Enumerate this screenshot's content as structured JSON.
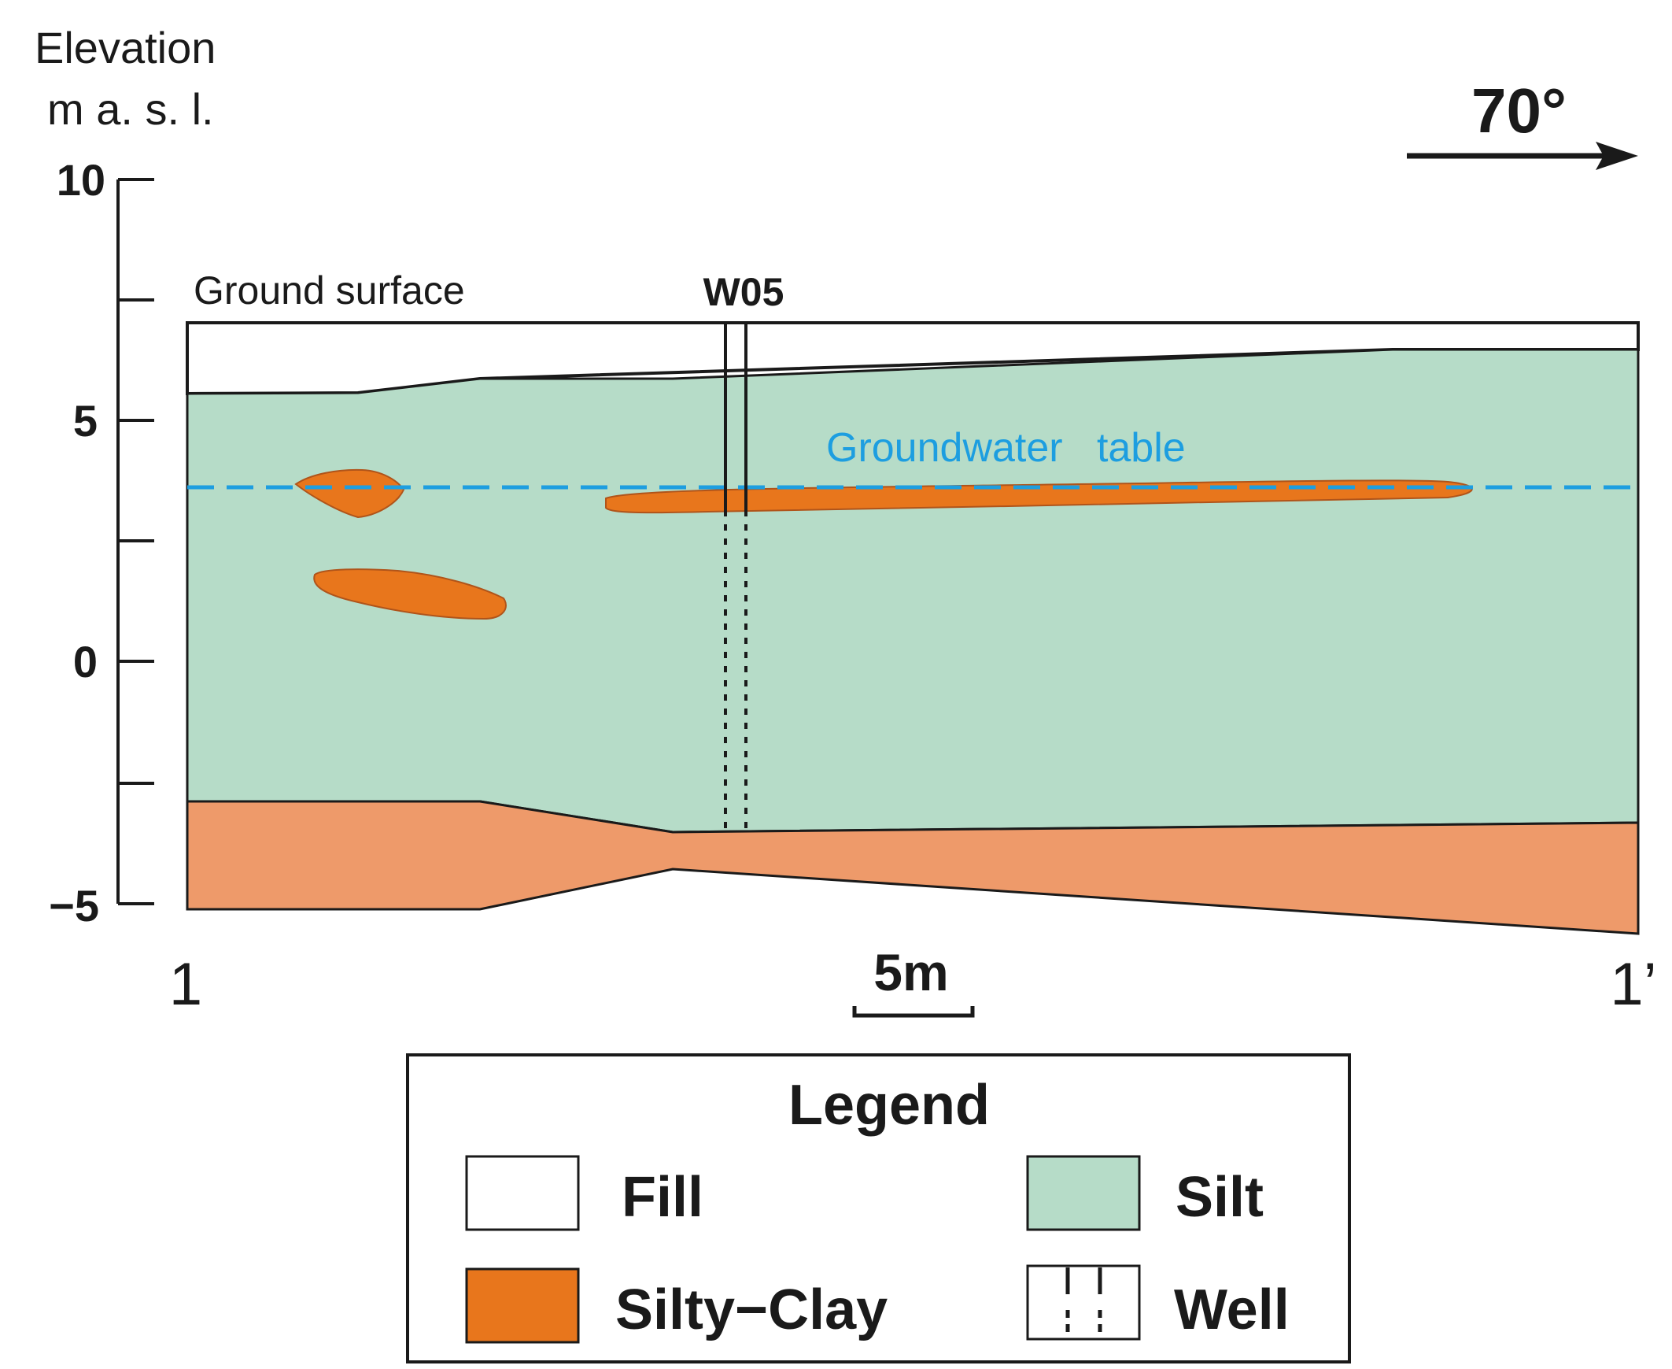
{
  "axis": {
    "title_line1": "Elevation",
    "title_line2": "m a. s. l.",
    "ticks": [
      {
        "label": "10",
        "value": 10
      },
      {
        "label": "5",
        "value": 5
      },
      {
        "label": "0",
        "value": 0
      },
      {
        "label": "−5",
        "value": -5
      }
    ],
    "minor_ticks": [
      7.5,
      2.5,
      -2.5
    ]
  },
  "orientation": {
    "label": "70°"
  },
  "section": {
    "start_label": "1",
    "end_label": "1’",
    "ground_surface_label": "Ground surface",
    "groundwater_label": "Groundwater   table",
    "well_label": "W05",
    "scale_label": "5m"
  },
  "legend": {
    "title": "Legend",
    "items": [
      {
        "key": "fill",
        "label": "Fill"
      },
      {
        "key": "silt",
        "label": "Silt"
      },
      {
        "key": "silty-clay",
        "label": "Silty−Clay"
      },
      {
        "key": "well",
        "label": "Well"
      }
    ]
  },
  "colors": {
    "fill": "#ffffff",
    "silt": "#b6dcc8",
    "silty_clay_lens": "#e8761c",
    "silty_clay_base": "#ee9a6a",
    "groundwater": "#1d9ee0",
    "line": "#1a1a1a"
  }
}
